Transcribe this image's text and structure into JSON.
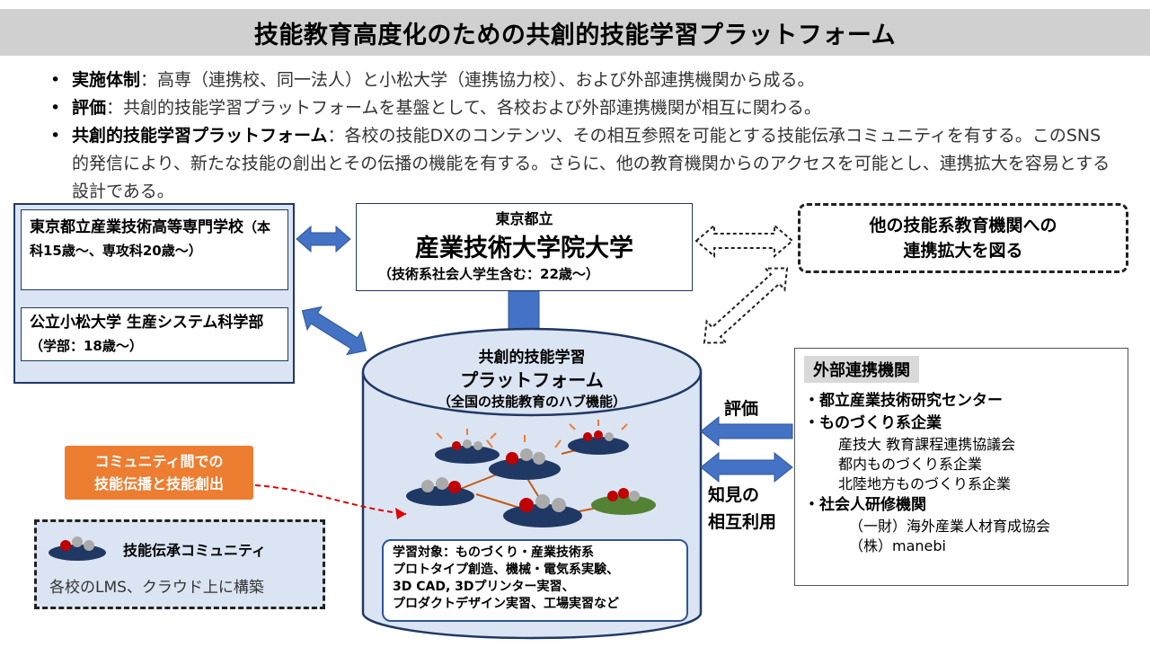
{
  "title": "技能教育高度化のための共創的技能学習プラットフォーム",
  "bullets": [
    {
      "term": "実施体制",
      "text": "：高専（連携校、同一法人）と小松大学（連携協力校）、および外部連携機関から成る。"
    },
    {
      "term": "評価",
      "text": "：共創的技能学習プラットフォームを基盤として、各校および外部連携機関が相互に関わる。"
    },
    {
      "term": "共創的技能学習プラットフォーム",
      "text": "：各校の技能DXのコンテンツ、その相互参照を可能とする技能伝承コミュニティを有する。このSNS的発信により、新たな技能の創出とその伝播の機能を有する。さらに、他の教育機関からのアクセスを可能とし、連携拡大を容易とする設計である。"
    }
  ],
  "left_panel": {
    "tokyo_tech_name": "東京都立産業技術高等専門学校",
    "tokyo_tech_sub": "（本科15歳～、専攻科20歳～）",
    "komatsu_name": "公立小松大学 生産システム科学部",
    "komatsu_sub": "（学部：18歳～）"
  },
  "aiit": {
    "line1": "東京都立",
    "line2": "産業技術大学院大学",
    "line3": "（技術系社会人学生含む：22歳～）"
  },
  "other_institutions": {
    "line1": "他の技能系教育機関への",
    "line2": "連携拡大を図る"
  },
  "platform": {
    "line1": "共創的技能学習",
    "line2": "プラットフォーム",
    "line3": "（全国の技能教育のハブ機能）"
  },
  "learning_targets": {
    "line1": "学習対象：ものづくり・産業技術系",
    "line2": "プロトタイプ創造、機械・電気系実験、",
    "line3": "3D CAD, 3Dプリンター実習、",
    "line4": "プロダクトデザイン実習、工場実習など"
  },
  "community_note": {
    "line1": "コミュニティ間での",
    "line2": "技能伝播と技能創出"
  },
  "legend": {
    "title": "技能伝承コミュニティ",
    "desc": "各校のLMS、クラウド上に構築"
  },
  "labels": {
    "evaluation": "評価",
    "knowledge_1": "知見の",
    "knowledge_2": "相互利用"
  },
  "partners": {
    "heading": "外部連携機関",
    "item1": "・都立産業技術研究センター",
    "item2": "・ものづくり系企業",
    "item2_sub1": "産技大 教育課程連携協議会",
    "item2_sub2": "都内ものづくり系企業",
    "item2_sub3": "北陸地方ものづくり系企業",
    "item3": "・社会人研修機関",
    "item3_sub1": "（一財）海外産業人材育成協会",
    "item3_sub2": "（株）manebi"
  },
  "colors": {
    "arrow_blue": "#4472c4",
    "navy": "#203864",
    "orange": "#ed7d31",
    "red_person": "#c00000",
    "cylinder_fill": "#dbe4f3",
    "title_bar": "#d0d0d0"
  }
}
